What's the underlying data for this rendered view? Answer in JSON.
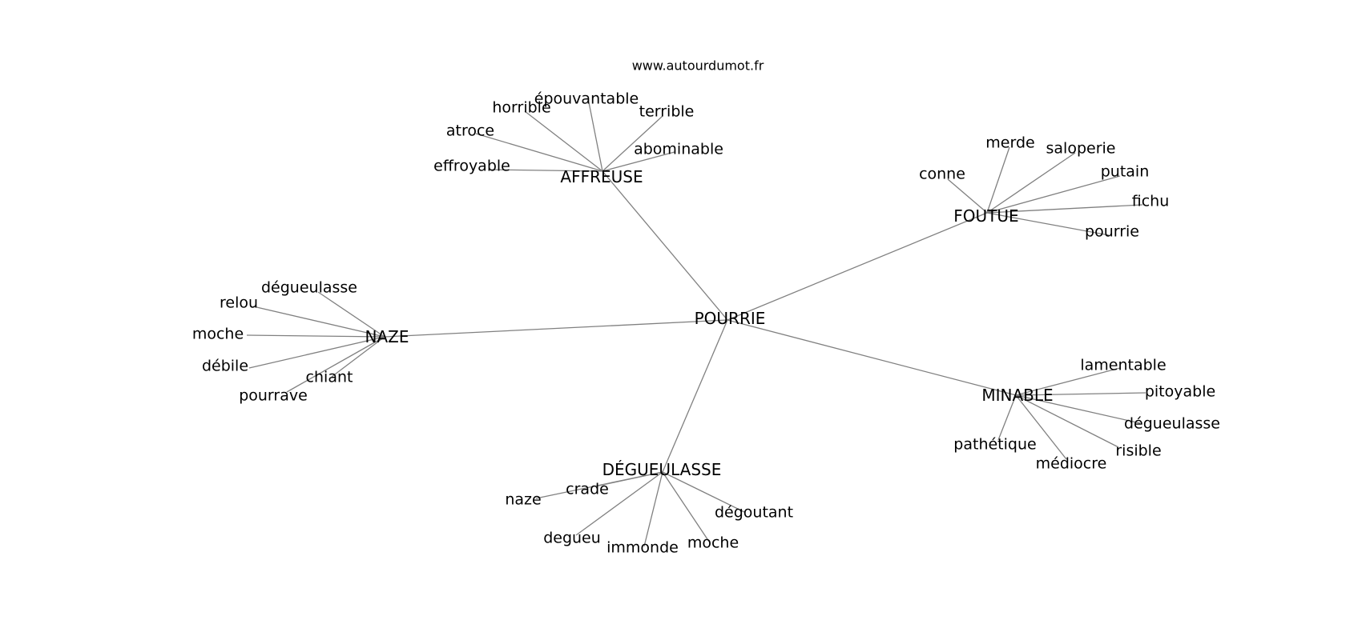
{
  "watermark": "www.autourdumot.fr",
  "edge_color": "#808080",
  "text_color": "#000000",
  "center": "POURRIE",
  "hubs": [
    {
      "id": "affreuse",
      "label": "AFFREUSE",
      "leaves": [
        "horrible",
        "épouvantable",
        "terrible",
        "atroce",
        "abominable",
        "effroyable"
      ]
    },
    {
      "id": "foutue",
      "label": "FOUTUE",
      "leaves": [
        "merde",
        "saloperie",
        "conne",
        "putain",
        "fichu",
        "pourrie"
      ]
    },
    {
      "id": "naze",
      "label": "NAZE",
      "leaves": [
        "dégueulasse",
        "relou",
        "moche",
        "débile",
        "chiant",
        "pourrave"
      ]
    },
    {
      "id": "minable",
      "label": "MINABLE",
      "leaves": [
        "lamentable",
        "pitoyable",
        "dégueulasse",
        "pathétique",
        "risible",
        "médiocre"
      ]
    },
    {
      "id": "degueulasse",
      "label": "DÉGUEULASSE",
      "leaves": [
        "crade",
        "naze",
        "dégoutant",
        "degueu",
        "immonde",
        "moche"
      ]
    }
  ]
}
